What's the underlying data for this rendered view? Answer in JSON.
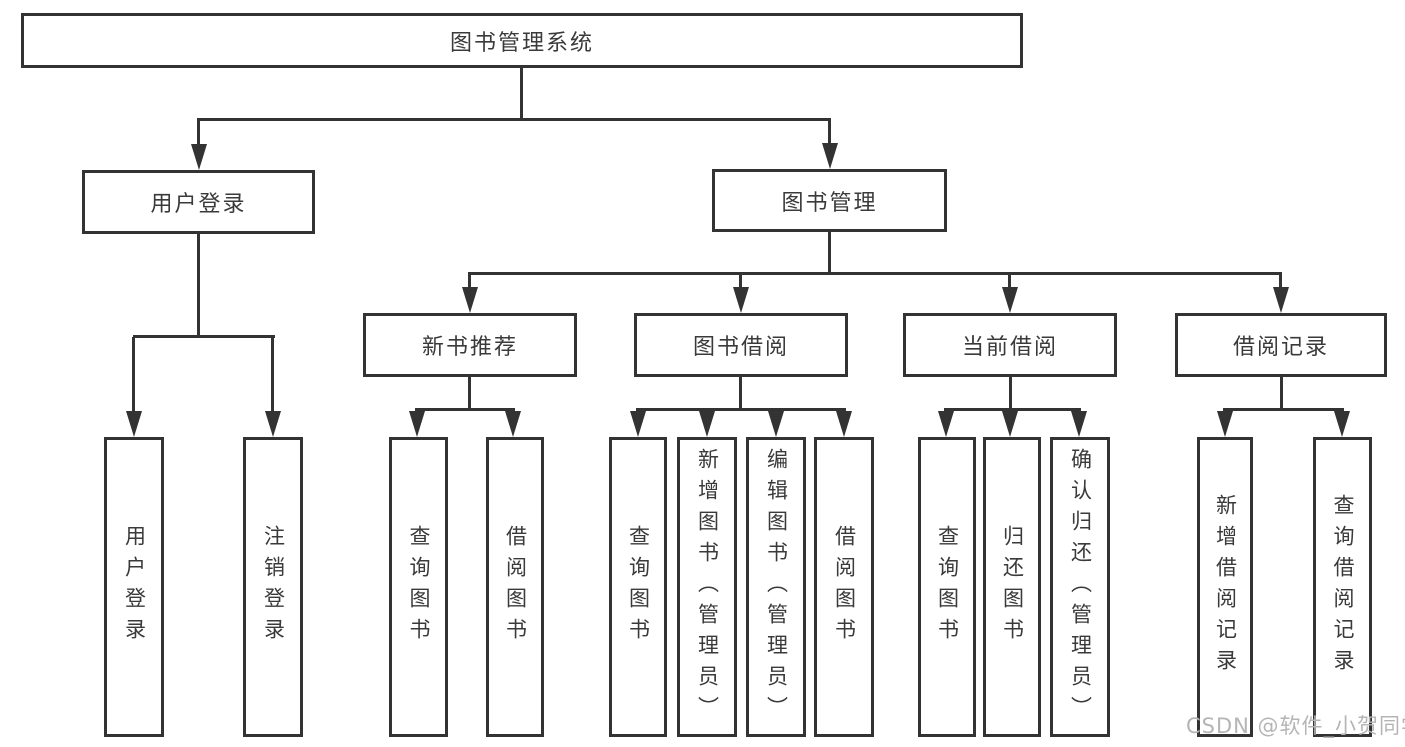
{
  "root": {
    "label": "图书管理系统"
  },
  "branches": [
    {
      "label": "用户登录",
      "leaves": [
        "用户登录",
        "注销登录"
      ]
    },
    {
      "label": "图书管理",
      "groups": [
        {
          "label": "新书推荐",
          "leaves": [
            "查询图书",
            "借阅图书"
          ]
        },
        {
          "label": "图书借阅",
          "leaves": [
            "查询图书",
            "新增图书（管理员）",
            "编辑图书（管理员）",
            "借阅图书"
          ]
        },
        {
          "label": "当前借阅",
          "leaves": [
            "查询图书",
            "归还图书",
            "确认归还（管理员）"
          ]
        },
        {
          "label": "借阅记录",
          "leaves": [
            "新增借阅记录",
            "查询借阅记录"
          ]
        }
      ]
    }
  ],
  "watermark": {
    "text": "CSDN @软件_小贺同学"
  },
  "colors": {
    "line": "#333333",
    "text": "#3a3a3a",
    "watermark": "#b5b5b5",
    "background": "#ffffff"
  }
}
